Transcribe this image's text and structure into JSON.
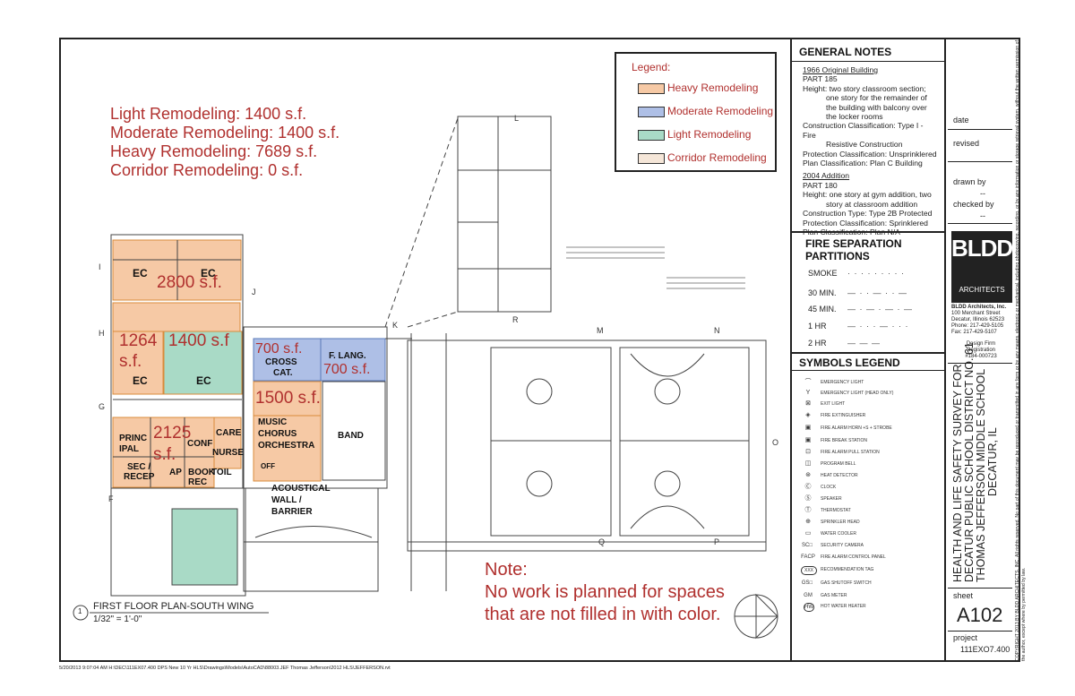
{
  "summary": [
    "Light Remodeling: 1400 s.f.",
    "Moderate Remodeling: 1400 s.f.",
    "Heavy Remodeling: 7689 s.f.",
    "Corridor Remodeling: 0 s.f."
  ],
  "legend": {
    "title": "Legend:",
    "items": [
      {
        "label": "Heavy Remodeling",
        "color": "#f6c9a5"
      },
      {
        "label": "Moderate Remodeling",
        "color": "#aebfe6"
      },
      {
        "label": "Light Remodeling",
        "color": "#a9dac6"
      },
      {
        "label": "Corridor Remodeling",
        "color": "#f5e6d8"
      }
    ]
  },
  "rooms": {
    "ec1": "EC",
    "ec2": "EC",
    "ec3": "EC",
    "ec4": "EC",
    "principal_a": "PRINC",
    "principal_b": "IPAL",
    "conf": "CONF",
    "care": "CARE",
    "nurse": "NURSE",
    "sec_a": "SEC /",
    "sec_b": "RECEP",
    "ap": "AP",
    "book_a": "BOOK",
    "book_b": "REC",
    "toil": "TOIL",
    "cross_a": "CROSS",
    "cross_b": "CAT.",
    "f_lang": "F. LANG.",
    "music_a": "MUSIC",
    "music_b": "CHORUS",
    "music_c": "ORCHESTRA",
    "band": "BAND",
    "off": "OFF",
    "acoustical_a": "ACOUSTICAL",
    "acoustical_b": "WALL /",
    "acoustical_c": "BARRIER"
  },
  "areas": {
    "a2800": "2800 s.f.",
    "a1264a": "1264",
    "a1264b": "s.f.",
    "a1400": "1400 s.f",
    "a2125a": "2125",
    "a2125b": "s.f.",
    "a700a": "700 s.f.",
    "a700b": "700 s.f.",
    "a1500": "1500 s.f."
  },
  "grid_marks": [
    "L",
    "R",
    "K",
    "M",
    "N",
    "J",
    "I",
    "H",
    "G",
    "F",
    "Q",
    "P",
    "O"
  ],
  "note": {
    "title": "Note:",
    "text": "No work is planned for spaces that are not filled in with color."
  },
  "drawing_title": {
    "number": "1",
    "title": "FIRST FLOOR PLAN-SOUTH WING",
    "scale": "1/32\" = 1'-0\""
  },
  "general_notes": {
    "title": "GENERAL NOTES",
    "bldg1_head": "1966 Original Building",
    "bldg1_lines": [
      "PART 185",
      "Height: two story classroom section;",
      "one story for the remainder of",
      "the building with balcony over",
      "the locker rooms",
      "Construction Classification: Type I - Fire",
      "Resistive Construction",
      "Protection Classification: Unsprinklered",
      "Plan Classification: Plan C Building"
    ],
    "bldg2_head": "2004 Addition",
    "bldg2_lines": [
      "PART 180",
      "Height: one story at gym addition, two",
      "story at classroom addition",
      "Construction Type: Type 2B Protected",
      "Protection Classification: Sprinklered",
      "Plan Classification: Plan N/A"
    ]
  },
  "fire_sep": {
    "title_a": "FIRE SEPARATION",
    "title_b": "PARTITIONS",
    "rows": [
      {
        "label": "SMOKE",
        "line": "· · · · · · · · ·"
      },
      {
        "label": "30 MIN.",
        "line": "— · · — · · —"
      },
      {
        "label": "45 MIN.",
        "line": "— · — · — · —"
      },
      {
        "label": "1 HR",
        "line": "— · · · — · · ·"
      },
      {
        "label": "2 HR",
        "line": "—  —  —"
      }
    ]
  },
  "symbols": {
    "title": "SYMBOLS LEGEND",
    "items": [
      {
        "icon": "emergency-light-icon",
        "glyph": "⌒",
        "label": "EMERGENCY LIGHT"
      },
      {
        "icon": "emergency-light-head-icon",
        "glyph": "Y",
        "label": "EMERGENCY LIGHT (HEAD ONLY)"
      },
      {
        "icon": "exit-light-icon",
        "glyph": "⊠",
        "label": "EXIT LIGHT"
      },
      {
        "icon": "fire-extinguisher-icon",
        "glyph": "◈",
        "label": "FIRE EXTINGUISHER"
      },
      {
        "icon": "fire-alarm-horn-icon",
        "glyph": "▣",
        "label": "FIRE ALARM HORN +S + STROBE"
      },
      {
        "icon": "fire-break-station-icon",
        "glyph": "▣",
        "label": "FIRE BREAK STATION"
      },
      {
        "icon": "fire-alarm-pull-icon",
        "glyph": "⊡",
        "label": "FIRE ALARM PULL STATION"
      },
      {
        "icon": "program-bell-icon",
        "glyph": "◫",
        "label": "PROGRAM BELL"
      },
      {
        "icon": "heat-detector-icon",
        "glyph": "⊛",
        "label": "HEAT DETECTOR"
      },
      {
        "icon": "clock-icon",
        "glyph": "Ⓒ",
        "label": "CLOCK"
      },
      {
        "icon": "speaker-icon",
        "glyph": "Ⓢ",
        "label": "SPEAKER"
      },
      {
        "icon": "thermostat-icon",
        "glyph": "Ⓣ",
        "label": "THERMOSTAT"
      },
      {
        "icon": "sprinkler-head-icon",
        "glyph": "⊕",
        "label": "SPRINKLER HEAD"
      },
      {
        "icon": "water-cooler-icon",
        "glyph": "▭",
        "label": "WATER COOLER"
      },
      {
        "icon": "security-camera-icon",
        "glyph": "SC□",
        "label": "SECURITY CAMERA"
      },
      {
        "icon": "fire-alarm-panel-icon",
        "glyph": "FACP",
        "label": "FIRE ALARM CONTROL PANEL"
      },
      {
        "icon": "recommendation-tag-icon",
        "glyph": "XXX",
        "label": "RECOMMENDATION TAG"
      },
      {
        "icon": "gas-shutoff-icon",
        "glyph": "GS□",
        "label": "GAS SHUTOFF SWITCH"
      },
      {
        "icon": "gas-meter-icon",
        "glyph": "GM",
        "label": "GAS METER"
      },
      {
        "icon": "hot-water-heater-icon",
        "glyph": "HW",
        "label": "HOT WATER HEATER"
      }
    ]
  },
  "title_block": {
    "date": "date",
    "revised": "revised",
    "drawn_by": "drawn by",
    "drawn_by_val": "--",
    "checked_by": "checked by",
    "checked_by_val": "--",
    "firm_logo": "BLDD",
    "firm_logo_sub": "ARCHITECTS",
    "firm_lines": [
      "BLDD Architects, Inc.",
      "100 Merchant Street",
      "Decatur, Illinois 62523",
      "Phone: 217-429-5105",
      "Fax: 217-429-5107"
    ],
    "registration_a": "Design Firm",
    "registration_b": "Registration",
    "registration_c": "#184-000723",
    "project_title": [
      "HEALTH AND LIFE SAFETY SURVEY FOR",
      "DECATUR PUBLIC SCHOOL DISTRICT NO. 61",
      "THOMAS JEFFERSON MIDDLE SCHOOL",
      "DECATUR, IL"
    ],
    "sheet_label": "sheet",
    "sheet_number": "A102",
    "project_label": "project",
    "project_number": "111EXO7.400",
    "copyright": "COPYRIGHT 2013 BY BLDD ARCHITECTS, INC. All rights reserved. No part of this document may be reproduced or transmitted in any form or by any means, electronic or mechanical, including photocopying, recording, or by any information or storage retrieval system, without the written permission of the author, except where by permitted by law."
  },
  "footer_path": "5/20/2013 9:07:04 AM      H:\\DEC\\111EX07.400 DPS New 10 Yr HLS\\Drawings\\Models\\AutoCAD\\88003.JEF Thomas Jefferson\\2012 HLS\\JEFFERSON.rvt"
}
